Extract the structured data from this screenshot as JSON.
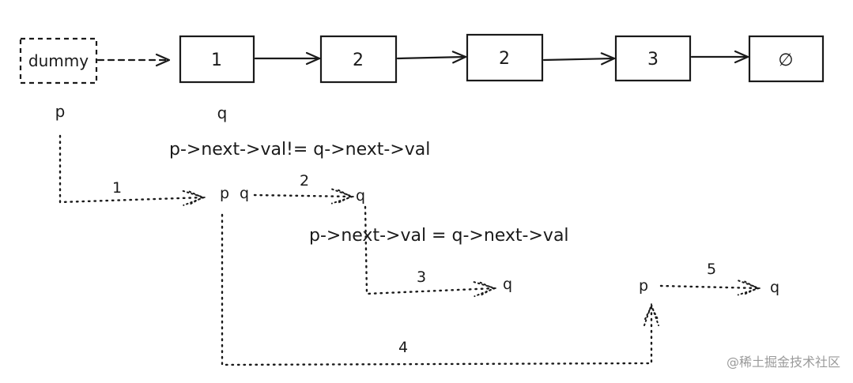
{
  "nodes": [
    {
      "label": "dummy",
      "style": "dashed"
    },
    {
      "label": "1",
      "style": "solid"
    },
    {
      "label": "2",
      "style": "solid"
    },
    {
      "label": "2",
      "style": "solid"
    },
    {
      "label": "3",
      "style": "solid"
    },
    {
      "label": "∅",
      "style": "solid"
    }
  ],
  "pointers": {
    "p_top": "p",
    "q_top": "q",
    "p_step1": "p",
    "q_step1": "q",
    "q_step2": "q",
    "q_step3": "q",
    "p_step5": "p",
    "q_step5": "q"
  },
  "conditions": {
    "not_equal": "p->next->val!= q->next->val",
    "equal": "p->next->val = q->next->val"
  },
  "steps": {
    "s1": "1",
    "s2": "2",
    "s3": "3",
    "s4": "4",
    "s5": "5"
  },
  "watermark": "@稀土掘金技术社区",
  "colors": {
    "ink": "#1a1a1a",
    "watermark": "#9a9a9a",
    "background": "#ffffff"
  }
}
